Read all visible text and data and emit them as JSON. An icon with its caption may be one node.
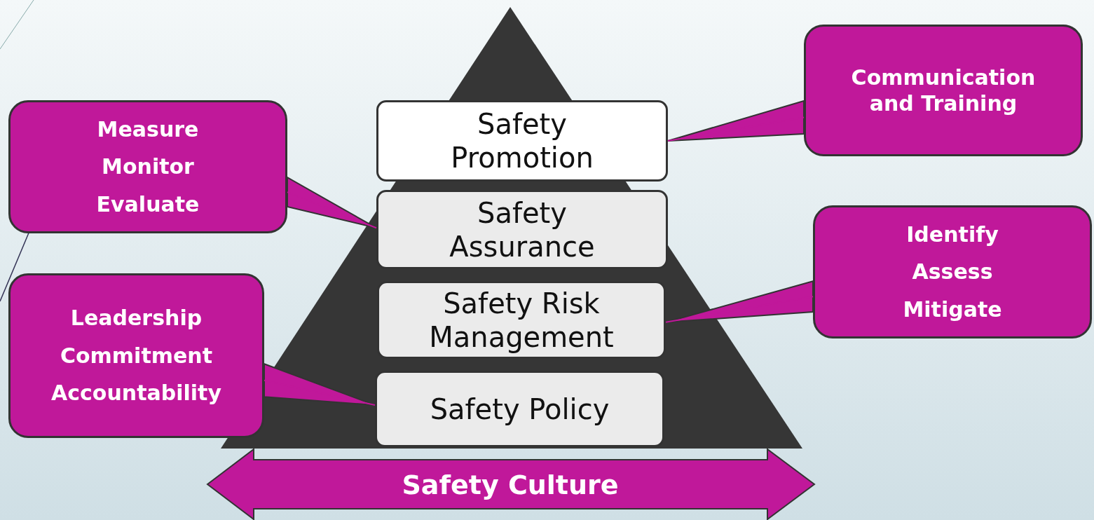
{
  "diagram": {
    "nodes": [
      {
        "text": [
          "Safety Promotion"
        ]
      },
      {
        "text": [
          "Safety Assurance"
        ]
      },
      {
        "text": [
          "Safety Risk Management"
        ]
      },
      {
        "text": [
          "Safety Policy"
        ]
      },
      {
        "text": [
          "Communication and Training"
        ]
      },
      {
        "text": [
          "Measure",
          "Monitor",
          "Evaluate"
        ]
      },
      {
        "text": [
          "Identify",
          "Assess",
          "Mitigate"
        ]
      },
      {
        "text": [
          "Leadership",
          "Commitment",
          "Accountability"
        ]
      },
      {
        "text": [
          "Safety Culture"
        ]
      }
    ],
    "edges": [
      {
        "from": 4,
        "to": 0,
        "arrow": "none"
      },
      {
        "from": 5,
        "to": 1,
        "arrow": "none"
      },
      {
        "from": 6,
        "to": 2,
        "arrow": "none"
      },
      {
        "from": 7,
        "to": 3,
        "arrow": "none"
      }
    ]
  }
}
